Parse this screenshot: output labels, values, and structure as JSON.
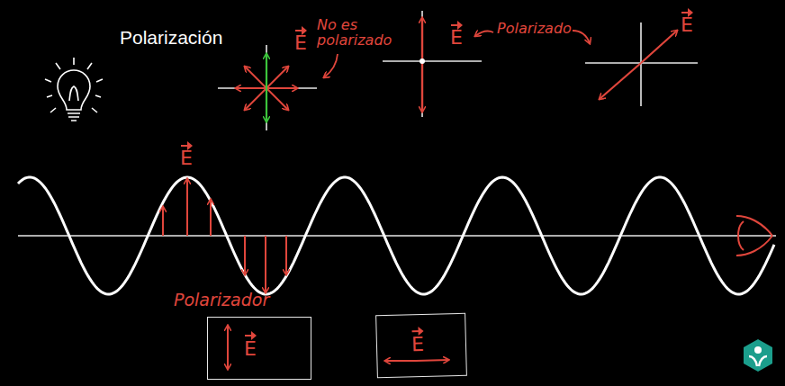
{
  "diagram": {
    "title": "Polarización",
    "nodes": [
      {
        "text": [
          "E"
        ]
      },
      {
        "text": [
          "E"
        ]
      }
    ],
    "labels": [
      "E",
      "No es polarizado",
      "E",
      "Polarizado",
      "E",
      "E",
      "Polarizador"
    ]
  }
}
